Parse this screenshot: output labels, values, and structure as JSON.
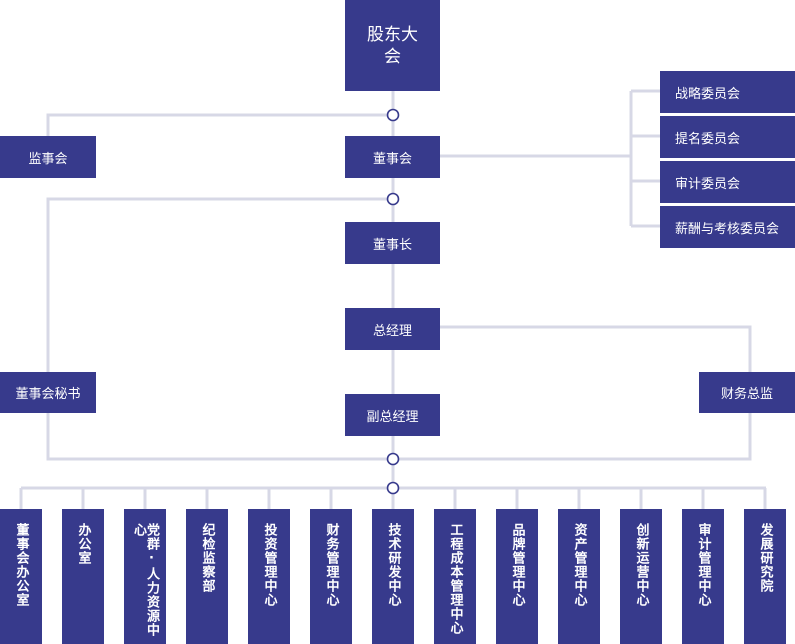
{
  "org": {
    "shareholders": "股东大会",
    "supervisory_board": "监事会",
    "board": "董事会",
    "chairman": "董事长",
    "general_manager": "总经理",
    "deputy_gm": "副总经理",
    "board_secretary": "董事会秘书",
    "cfo": "财务总监",
    "committees": [
      "战略委员会",
      "提名委员会",
      "审计委员会",
      "薪酬与考核委员会"
    ],
    "departments": [
      "董事会办公室",
      "办公室",
      "党群·人力资源中心",
      "纪检监察部",
      "投资管理中心",
      "财务管理中心",
      "技术研发中心",
      "工程成本管理中心",
      "品牌管理中心",
      "资产管理中心",
      "创新运营中心",
      "审计管理中心",
      "发展研究院"
    ]
  },
  "colors": {
    "box": "#373a8c",
    "line": "#d7d8e6",
    "node": "#373a8c"
  }
}
